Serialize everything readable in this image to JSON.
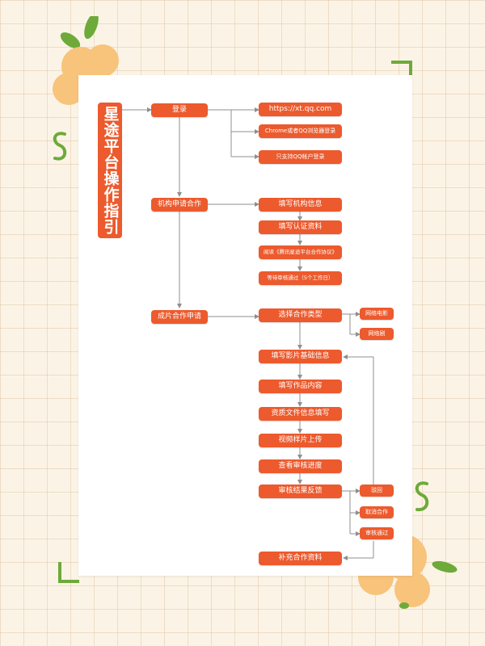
{
  "title": "星途平台操作指引",
  "nodes": {
    "login": "登录",
    "url": "https://xt.qq.com",
    "browser": "Chrome或者QQ浏览器登录",
    "qq_login": "只支持QQ帐户登录",
    "apply_org": "机构申请合作",
    "fill_org_info": "填写机构信息",
    "fill_cert": "填写认证资料",
    "read_agreement": "阅读《腾讯星途平台合作协议》",
    "wait_review": "等待审核通过（5个工作日）",
    "apply_film": "成片合作申请",
    "select_type": "选择合作类型",
    "web_movie": "网络电影",
    "web_drama": "网络剧",
    "fill_film_basic": "填写影片基础信息",
    "fill_work_content": "填写作品内容",
    "fill_media_info": "资质文件信息填写",
    "upload_video": "视频样片上传",
    "check_progress": "查看审核进度",
    "review_feedback": "审核结果反馈",
    "rejected": "驳回",
    "cancel_coop": "取消合作",
    "approved": "审核通过",
    "supplement": "补充合作资料"
  },
  "colors": {
    "node": "#ec5a2d",
    "line": "#8f8f8f",
    "leaf_green": "#6eaa3a",
    "flower": "#f8c37a"
  }
}
